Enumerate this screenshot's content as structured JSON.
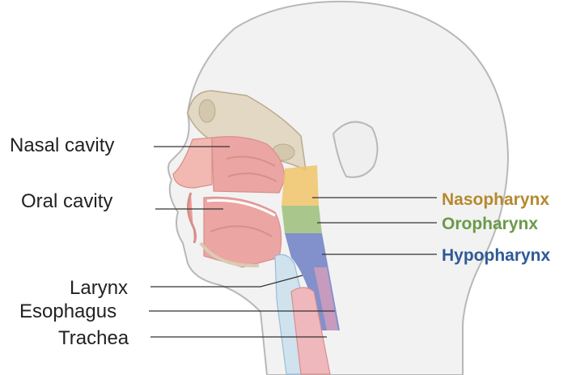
{
  "labels": {
    "nasal_cavity": "Nasal cavity",
    "oral_cavity": "Oral cavity",
    "larynx": "Larynx",
    "esophagus": "Esophagus",
    "trachea": "Trachea",
    "nasopharynx": "Nasopharynx",
    "oropharynx": "Oropharynx",
    "hypopharynx": "Hypopharynx"
  },
  "colors": {
    "nasopharynx": "#b5892e",
    "oropharynx": "#6a9a49",
    "hypopharynx": "#2e5a96",
    "skin": "#f0f0f0",
    "outline": "#b8b8b8",
    "tissue_pink": "#eba5a3",
    "airway_blue": "#cfe2ee"
  }
}
